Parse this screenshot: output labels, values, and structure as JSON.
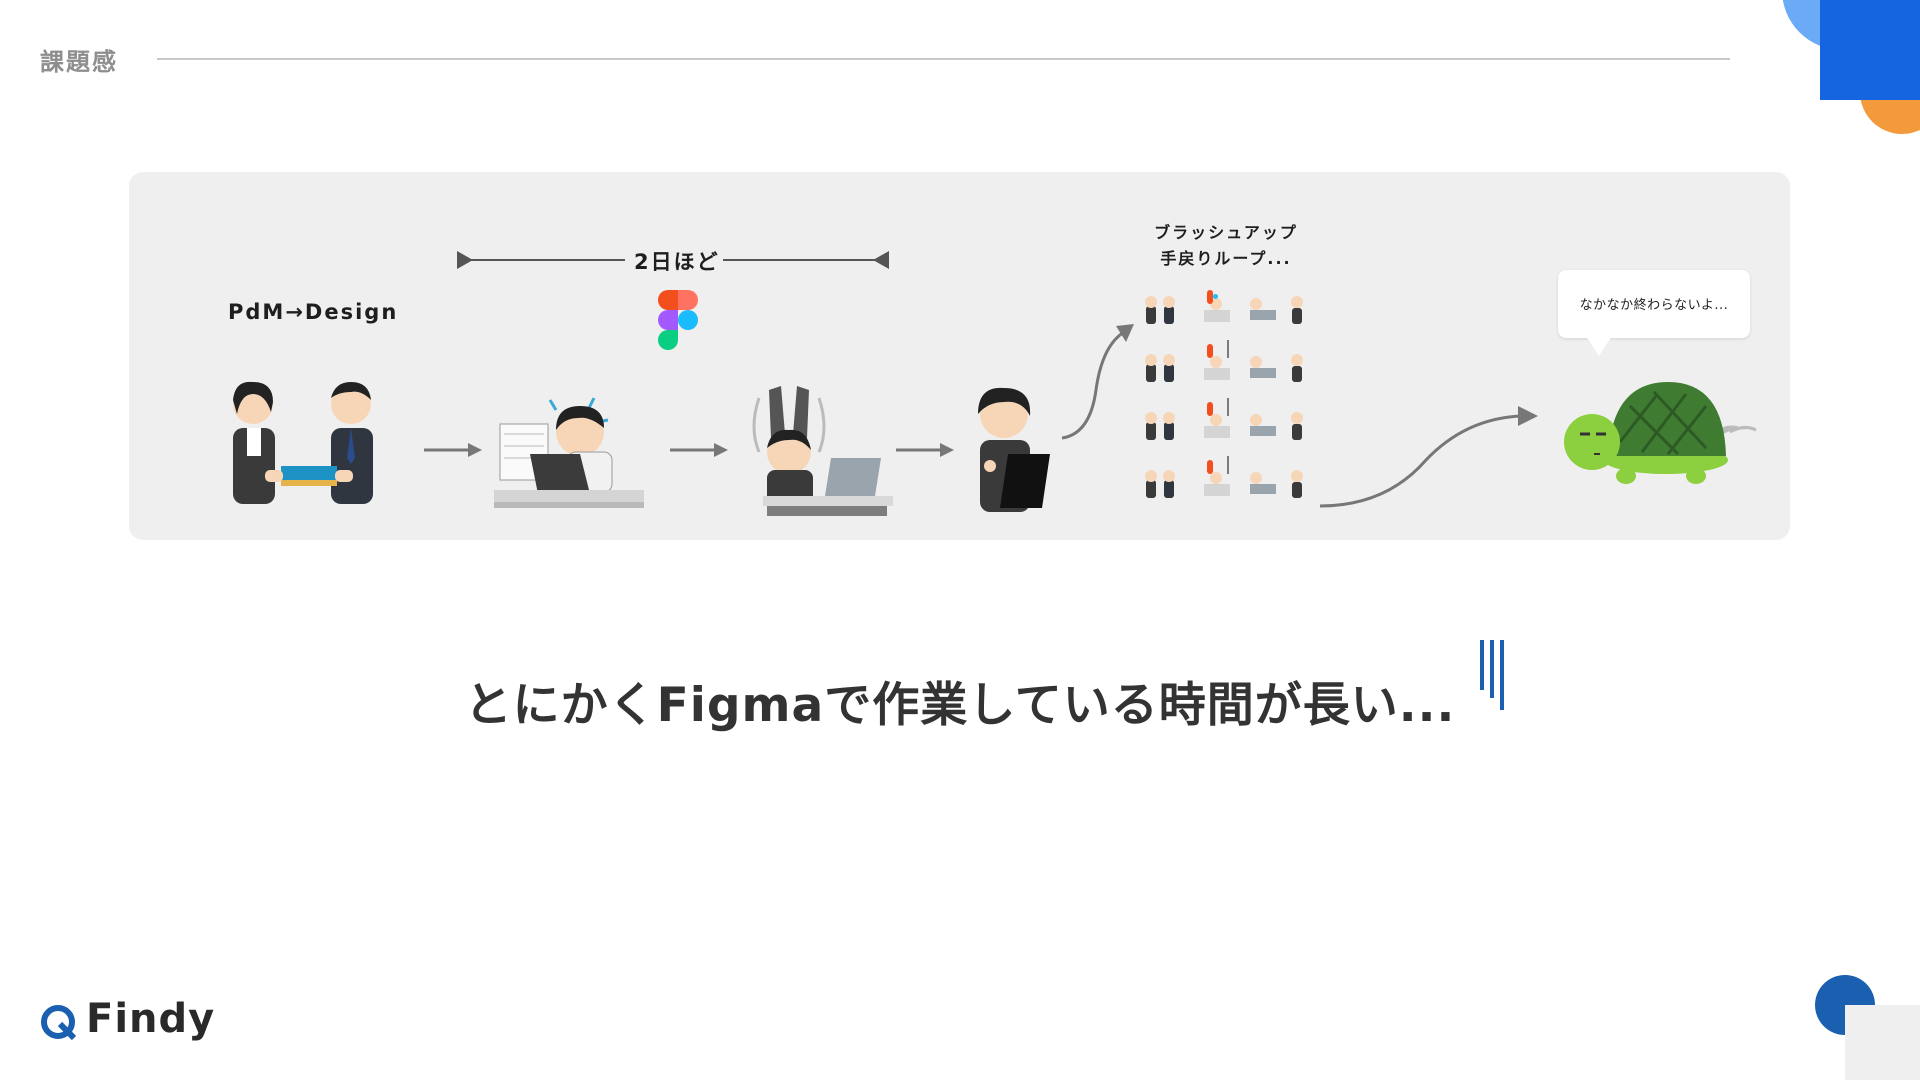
{
  "header": {
    "title": "課題感"
  },
  "flow": {
    "step1_label": "PdM→Design",
    "duration_label": "2日ほど",
    "loop_label_line1": "ブラッシュアップ",
    "loop_label_line2": "手戻りループ...",
    "speech_bubble": "なかなか終わらないよ..."
  },
  "message": "とにかくFigmaで作業している時間が長い...",
  "brand": {
    "name": "Findy"
  },
  "colors": {
    "panel_bg": "#efefef",
    "arrow": "#777777",
    "accent_blue": "#1565e0",
    "accent_light_blue": "#6aaaf6",
    "accent_orange": "#f39a3c",
    "accent_navy": "#1b5fb0",
    "turtle_shell": "#3f7c32",
    "turtle_skin": "#8ccf3f"
  }
}
